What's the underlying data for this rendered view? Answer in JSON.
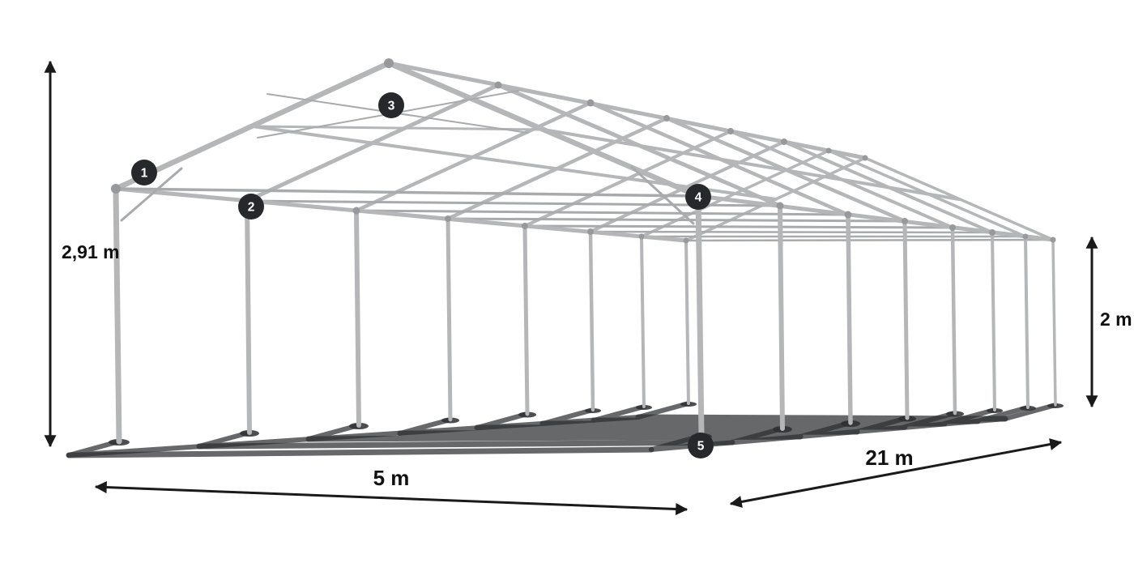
{
  "diagram": {
    "type": "tent-frame-perspective-drawing",
    "dimensions": {
      "total_height": {
        "label": "2,91 m"
      },
      "side_height": {
        "label": "2 m"
      },
      "width": {
        "label": "5 m"
      },
      "length": {
        "label": "21 m"
      }
    },
    "markers": [
      {
        "id": 1,
        "label": "1"
      },
      {
        "id": 2,
        "label": "2"
      },
      {
        "id": 3,
        "label": "3"
      },
      {
        "id": 4,
        "label": "4"
      },
      {
        "id": 5,
        "label": "5"
      }
    ],
    "colors": {
      "background": "#ffffff",
      "frame_tube": "#b5b6b8",
      "frame_joint": "#98999c",
      "ground_shadow": "#2e2f31",
      "badge_background": "#26282b",
      "badge_text": "#ffffff",
      "dimension_text": "#111111",
      "dimension_line": "#1a1a1a"
    }
  }
}
